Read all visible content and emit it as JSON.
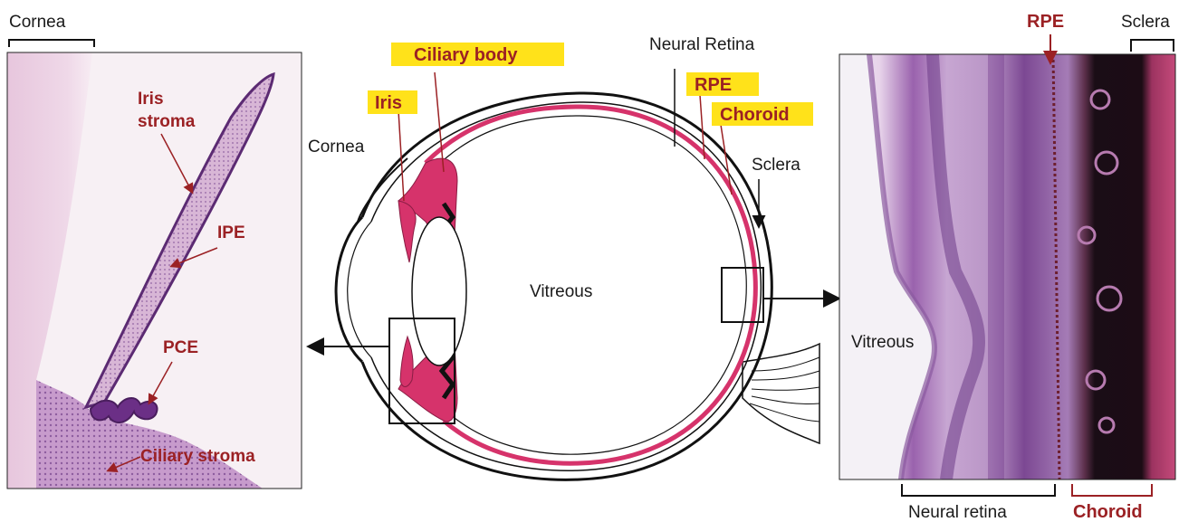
{
  "left_panel": {
    "bracket_label": "Cornea",
    "labels": {
      "iris_stroma_line1": "Iris",
      "iris_stroma_line2": "stroma",
      "ipe": "IPE",
      "pce": "PCE",
      "ciliary_stroma": "Ciliary stroma"
    }
  },
  "center_diagram": {
    "highlighted_labels": {
      "ciliary_body": "Ciliary body",
      "iris": "Iris",
      "rpe": "RPE",
      "choroid": "Choroid"
    },
    "labels": {
      "neural_retina": "Neural Retina",
      "cornea": "Cornea",
      "sclera": "Sclera",
      "vitreous": "Vitreous"
    },
    "highlight_color": "#ffe21a",
    "tissue_color": "#d6336b"
  },
  "right_panel": {
    "top_labels": {
      "rpe": "RPE",
      "sclera": "Sclera"
    },
    "inner_label": "Vitreous",
    "bottom_labels": {
      "neural_retina": "Neural retina",
      "choroid": "Choroid"
    }
  },
  "colors": {
    "label_red": "#9b2124",
    "label_black": "#1a1a1a",
    "histology_pink": "#e9c4dc",
    "histology_purple": "#7b3a8e"
  }
}
